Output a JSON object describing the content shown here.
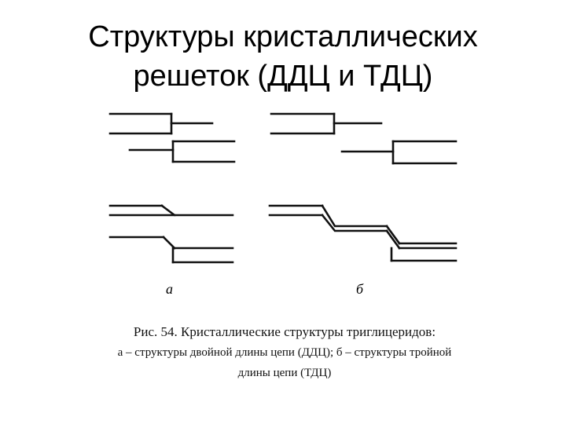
{
  "title": {
    "line1": "Структуры кристаллических",
    "line2": "решеток (ДДЦ и ТДЦ)"
  },
  "figure": {
    "label_a": "а",
    "label_b": "б",
    "caption_line1": "Рис. 54. Кристаллические структуры триглицеридов:",
    "caption_line2": "а – структуры двойной длины цепи (ДДЦ); б – структуры тройной",
    "caption_line3": "длины цепи (ТДЦ)"
  }
}
